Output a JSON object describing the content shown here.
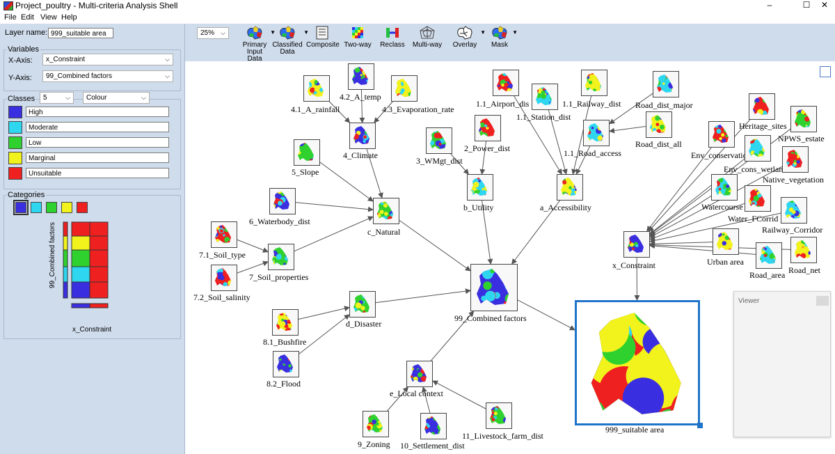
{
  "window": {
    "title": "Project_poultry - Multi-criteria Analysis Shell",
    "minimize": "–",
    "maximize": "☐",
    "close": "✕"
  },
  "menu": [
    "File",
    "Edit",
    "View",
    "Help"
  ],
  "left": {
    "layer_name_label": "Layer name:",
    "layer_name_value": "999_suitable area",
    "variables_title": "Variables",
    "x_axis_label": "X-Axis:",
    "x_axis_value": "x_Constraint",
    "y_axis_label": "Y-Axis:",
    "y_axis_value": "99_Combined factors",
    "classes_title": "Classes",
    "classes_count": "5",
    "classes_mode": "Colour",
    "classes": [
      {
        "name": "High",
        "color": "#3a2fe0"
      },
      {
        "name": "Moderate",
        "color": "#2fd6ef"
      },
      {
        "name": "Low",
        "color": "#2fd12f"
      },
      {
        "name": "Marginal",
        "color": "#f2f21c"
      },
      {
        "name": "Unsuitable",
        "color": "#ef2020"
      }
    ],
    "categories_title": "Categories",
    "matrix_y_label": "99_Combined factors",
    "matrix_x_label": "x_Constraint"
  },
  "toolbar": {
    "zoom": "25%",
    "buttons": [
      {
        "label1": "Primary",
        "label2": "Input Data",
        "icon": "australia-map-icon"
      },
      {
        "label1": "Classified",
        "label2": "Data",
        "icon": "classified-map-icon"
      },
      {
        "label1": "Composite",
        "label2": "",
        "icon": "composite-icon"
      },
      {
        "label1": "Two-way",
        "label2": "",
        "icon": "two-way-icon"
      },
      {
        "label1": "Reclass",
        "label2": "",
        "icon": "reclass-icon"
      },
      {
        "label1": "Multi-way",
        "label2": "",
        "icon": "multi-way-icon"
      },
      {
        "label1": "Overlay",
        "label2": "",
        "icon": "overlay-icon"
      },
      {
        "label1": "Mask",
        "label2": "",
        "icon": "mask-icon"
      }
    ]
  },
  "nodes": [
    {
      "id": "n_rain",
      "label": "4.1_A_rainfall"
    },
    {
      "id": "n_temp",
      "label": "4.2_A_temp"
    },
    {
      "id": "n_evap",
      "label": "4.3_Evaporation_rate"
    },
    {
      "id": "n_climate",
      "label": "4_Climate"
    },
    {
      "id": "n_slope",
      "label": "5_Slope"
    },
    {
      "id": "n_water",
      "label": "6_Waterbody_dist"
    },
    {
      "id": "n_natural",
      "label": "c_Natural"
    },
    {
      "id": "n_soiltype",
      "label": "7.1_Soil_type"
    },
    {
      "id": "n_soilprop",
      "label": "7_Soil_properties"
    },
    {
      "id": "n_soilsal",
      "label": "7.2_Soil_salinity"
    },
    {
      "id": "n_wmgt",
      "label": "3_WMgt_dist"
    },
    {
      "id": "n_power",
      "label": "2_Power_dist"
    },
    {
      "id": "n_utility",
      "label": "b_Utility"
    },
    {
      "id": "n_airport",
      "label": "1.1_Airport_dis"
    },
    {
      "id": "n_station",
      "label": "1.1_Station_dist"
    },
    {
      "id": "n_rail",
      "label": "1.1_Railway_dist"
    },
    {
      "id": "n_roadmajor",
      "label": "Road_dist_major"
    },
    {
      "id": "n_roadall",
      "label": "Road_dist_all"
    },
    {
      "id": "n_roadacc",
      "label": "1.1_Road_access"
    },
    {
      "id": "n_access",
      "label": "a_Accessibility"
    },
    {
      "id": "n_combined",
      "label": "99_Combined factors"
    },
    {
      "id": "n_bush",
      "label": "8.1_Bushfire"
    },
    {
      "id": "n_flood",
      "label": "8.2_Flood"
    },
    {
      "id": "n_disaster",
      "label": "d_Disaster"
    },
    {
      "id": "n_local",
      "label": "e_Local context"
    },
    {
      "id": "n_zoning",
      "label": "9_Zoning"
    },
    {
      "id": "n_settle",
      "label": "10_Settlement_dist"
    },
    {
      "id": "n_live",
      "label": "11_Livestock_farm_dist"
    },
    {
      "id": "n_heritage",
      "label": "Heritage_sites"
    },
    {
      "id": "n_npws",
      "label": "NPWS_estate"
    },
    {
      "id": "n_envcons",
      "label": "Env_conservation"
    },
    {
      "id": "n_envwet",
      "label": "Env_cons_wetland"
    },
    {
      "id": "n_native",
      "label": "Native_vegetation"
    },
    {
      "id": "n_watercourse",
      "label": "Watercourse"
    },
    {
      "id": "n_wfcorr",
      "label": "Water_FCorrid"
    },
    {
      "id": "n_railcorr",
      "label": "Railway_Corridor"
    },
    {
      "id": "n_urban",
      "label": "Urban area"
    },
    {
      "id": "n_roadarea",
      "label": "Road_area"
    },
    {
      "id": "n_roadnet",
      "label": "Road_net"
    },
    {
      "id": "n_constraint",
      "label": "x_Constraint"
    },
    {
      "id": "n_result",
      "label": "999_suitable area"
    }
  ],
  "viewer": {
    "title": "Viewer"
  }
}
